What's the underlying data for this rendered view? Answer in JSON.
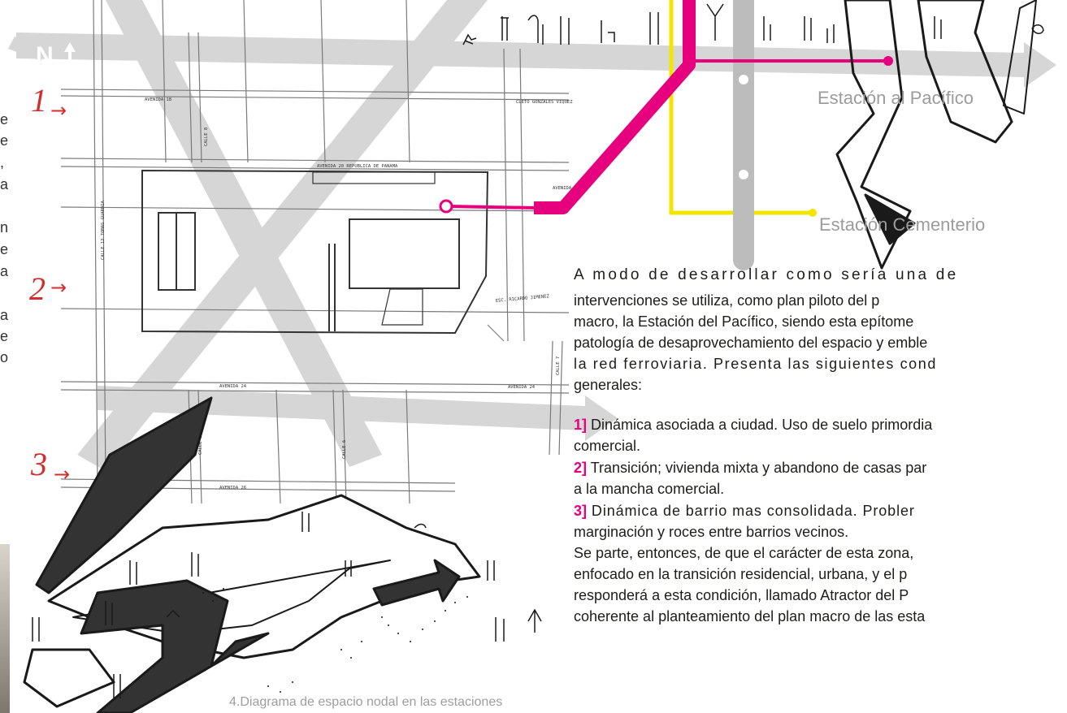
{
  "stations": {
    "pacifico": "Estación al Pacífico",
    "cementerio": "Estación Cementerio"
  },
  "compass": "N",
  "zone_numbers": [
    "1",
    "2",
    "3"
  ],
  "edge_letters": [
    "e",
    "e",
    ",",
    "a",
    "n",
    "e",
    "a",
    "a",
    "e",
    "o"
  ],
  "streets": {
    "avenida_18": "AVENIDA 18",
    "calle_8": "CALLE 8",
    "cleto": "CLETO GONZALES VIQUEZ",
    "avenida_20": "AVENIDA 20 REPUBLICA DE PANAMA",
    "avenida_22": "AVENIDA 22",
    "calle_12": "CALLE 12 TOMAS GUARDIA",
    "esc_ricardo": "ESC. RICARDO JIMENEZ",
    "avenida_24_a": "AVENIDA 24",
    "avenida_24_b": "AVENIDA 24",
    "calle_7": "CALLE 7",
    "calle_10": "CALLE 10",
    "calle_6": "CALLE 6",
    "avenida_26": "AVENIDA 26"
  },
  "text": {
    "intro_line1": "A modo de desarrollar como sería una de",
    "intro_line2": "intervenciones se utiliza, como plan piloto del p",
    "intro_line3": "macro, la Estación del Pacífico, siendo esta epítome",
    "intro_line4": "patología de desaprovechamiento del espacio y emble",
    "intro_line5": "la red ferroviaria. Presenta las siguientes cond",
    "intro_line6": "generales:",
    "item1_num": "1]",
    "item1_a": " Dinámica asociada a ciudad. Uso de suelo primordia",
    "item1_b": "comercial.",
    "item2_num": "2]",
    "item2_a": " Transición; vivienda mixta y abandono de casas par",
    "item2_b": "a la mancha comercial.",
    "item3_num": "3]",
    "item3_a": " Dinámica de barrio mas consolidada. Probler",
    "item3_b": "marginación y roces entre barrios vecinos.",
    "closing1": "Se parte, entonces, de que el carácter de esta zona,",
    "closing2": "enfocado en la transición residencial, urbana, y el p",
    "closing3": "responderá a esta condición, llamado Atractor del P",
    "closing4": "coherente al planteamiento del plan macro de las esta"
  },
  "caption": "4.Diagrama de espacio nodal en las estaciones",
  "colors": {
    "magenta_line": "#e6007e",
    "yellow_line": "#f2e500",
    "grey_line": "#bcbcbc",
    "number_red": "#d32d2d"
  }
}
